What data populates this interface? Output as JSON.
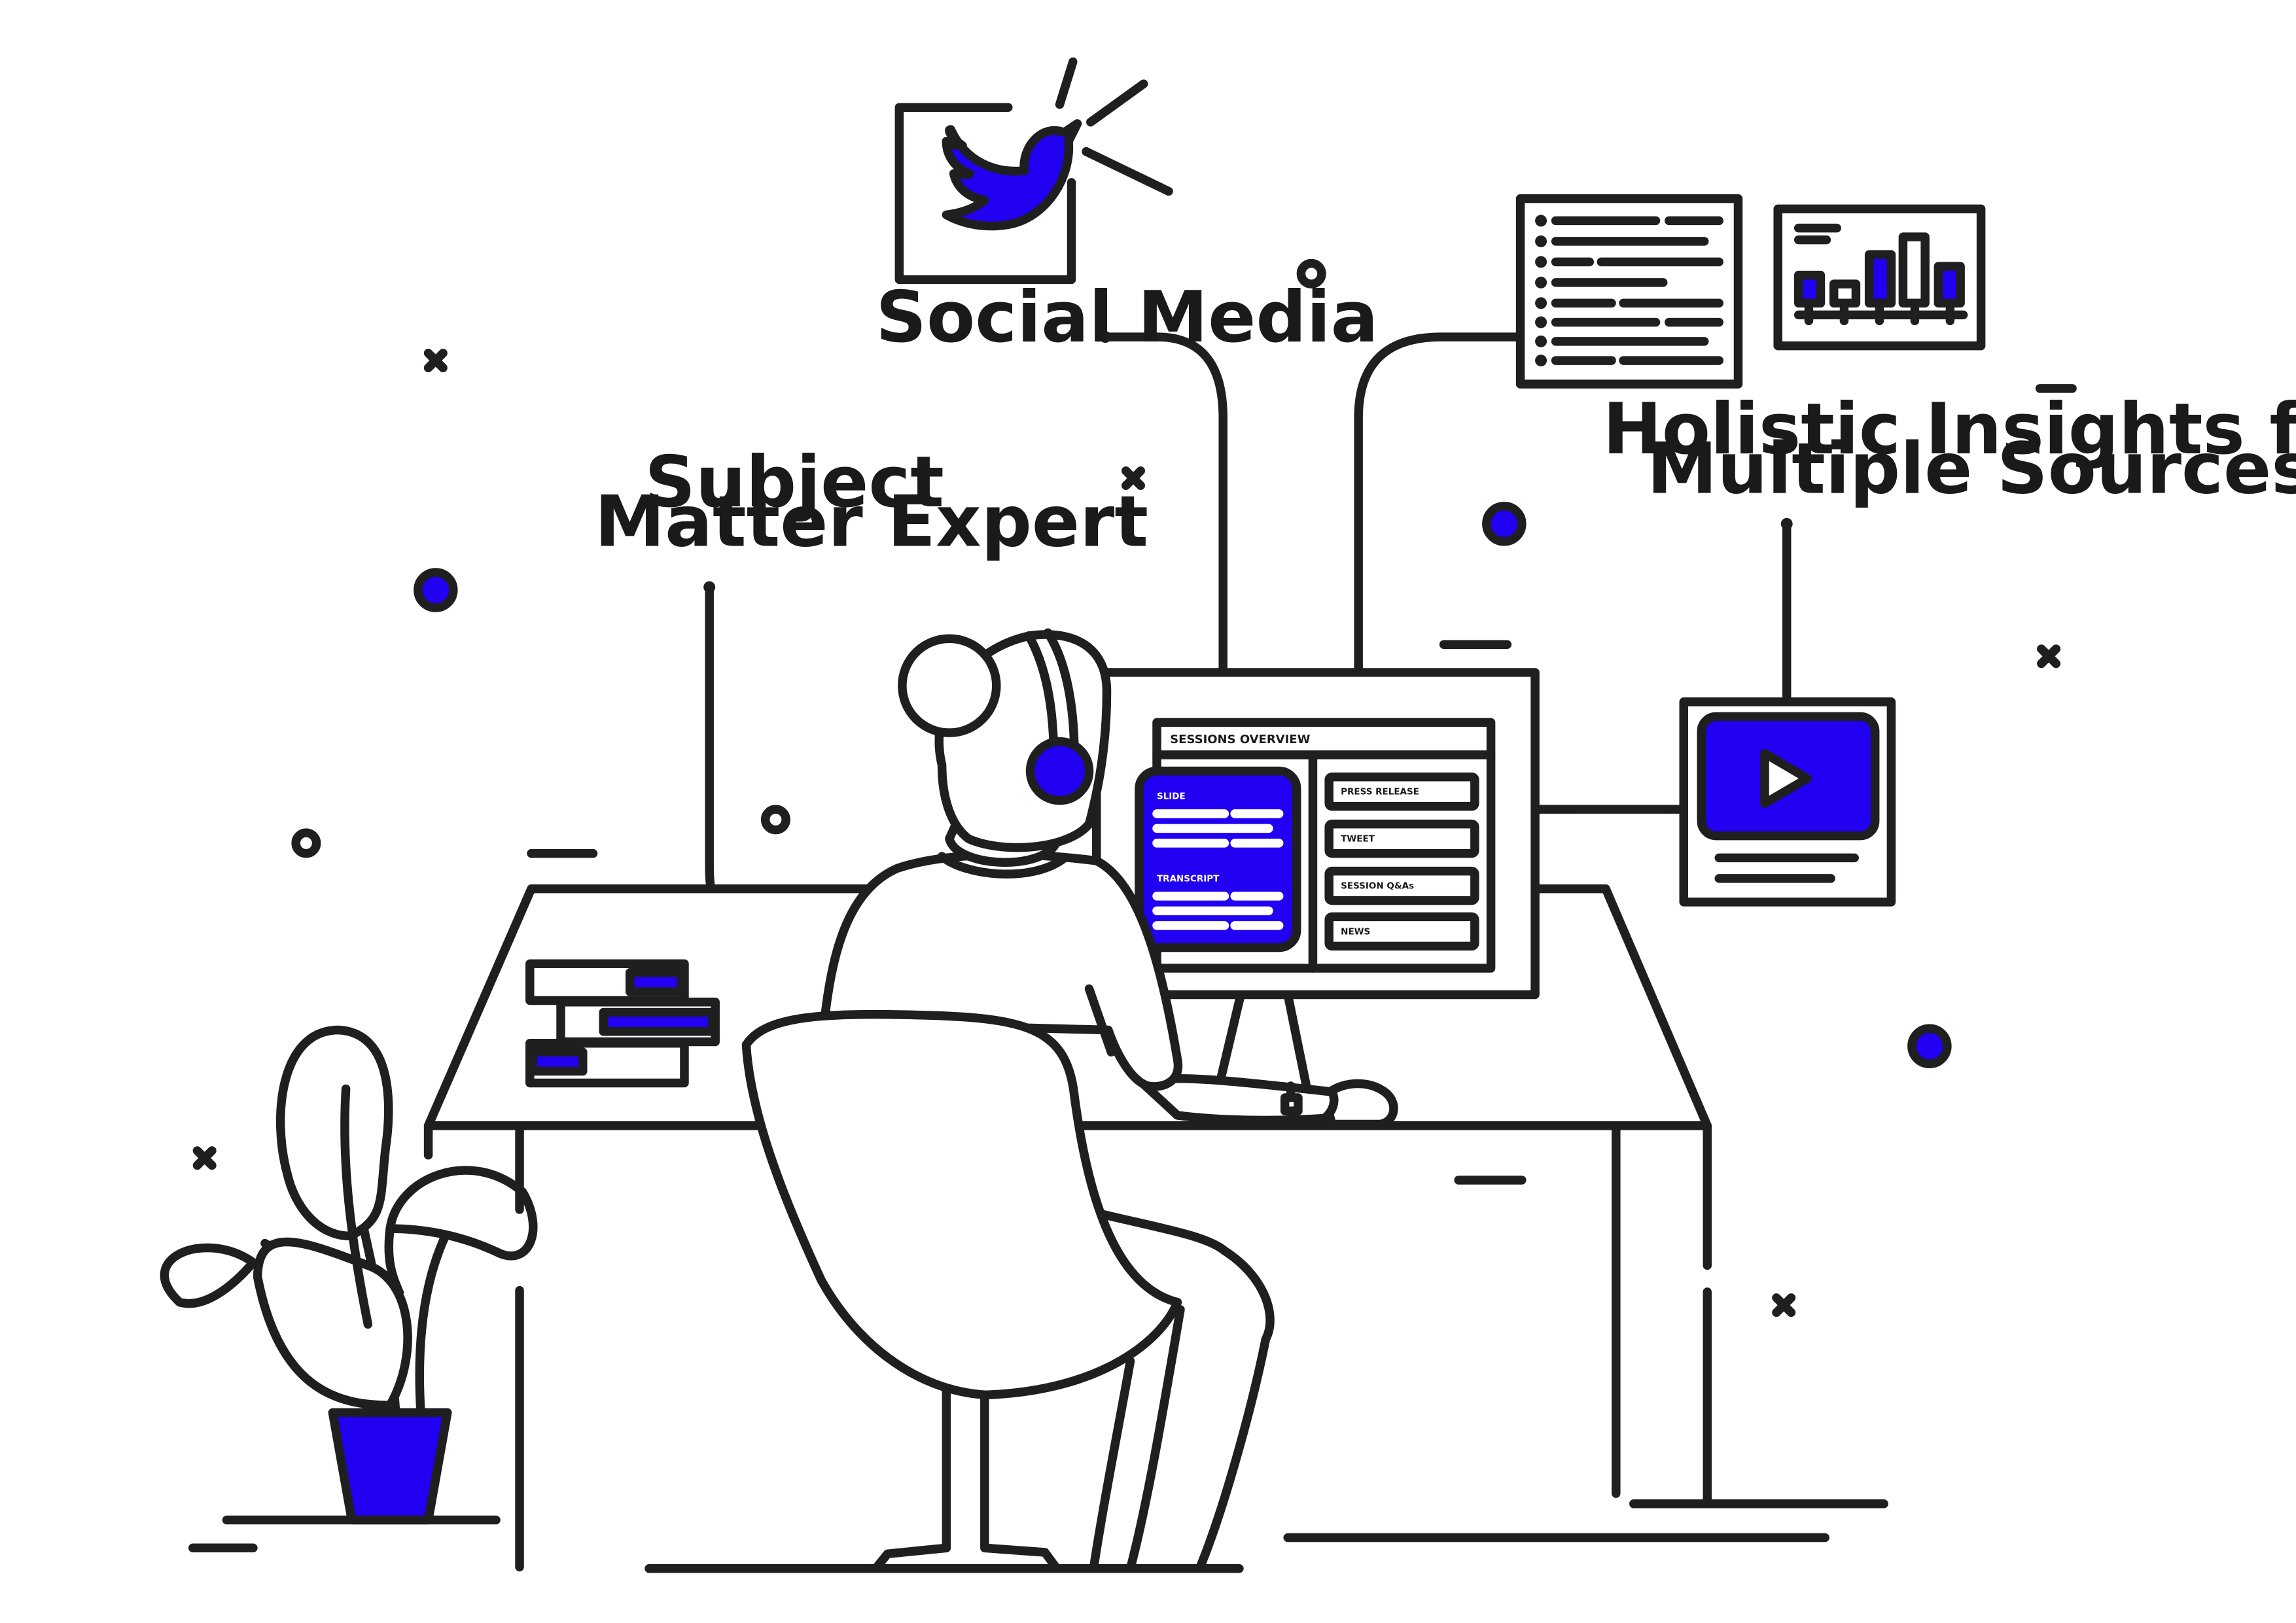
{
  "labels": {
    "social_media": "Social Media",
    "sme_line1": "Subject",
    "sme_line2": "Matter Expert",
    "holistic_line1": "Holistic Insights from",
    "holistic_line2": "Multiple Sources"
  },
  "screen": {
    "title": "SESSIONS OVERVIEW",
    "slide_label": "SLIDE",
    "transcript_label": "TRANSCRIPT",
    "items": [
      "PRESS RELEASE",
      "TWEET",
      "SESSION Q&As",
      "NEWS"
    ]
  },
  "icons": [
    "twitter-bird-icon",
    "document-list-icon",
    "bar-chart-icon",
    "video-play-icon",
    "headphones-icon",
    "plant-icon",
    "books-icon"
  ],
  "colors": {
    "accent": "#2200f2",
    "ink": "#1f1f1f",
    "background": "#ffffff"
  }
}
